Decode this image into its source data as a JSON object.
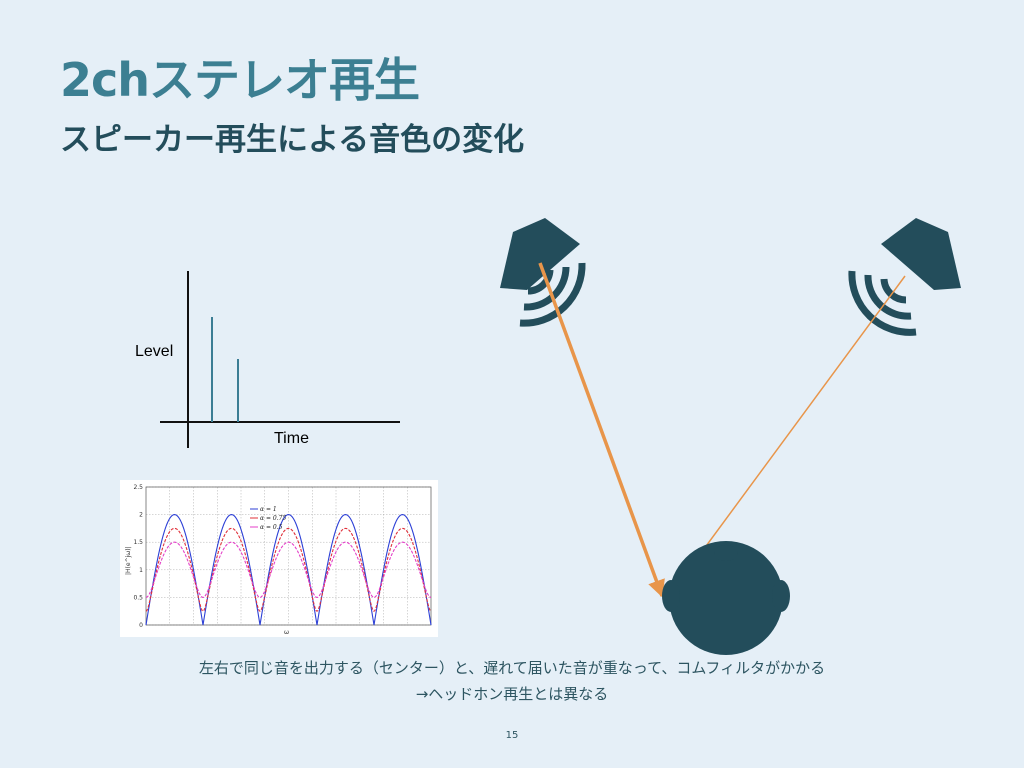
{
  "slide": {
    "title": "2chステレオ再生",
    "subtitle": "スピーカー再生による音色の変化",
    "caption_line1": "左右で同じ音を出力する（センター）と、遅れて届いた音が重なって、コムフィルタがかかる",
    "caption_line2": "→ヘッドホン再生とは異なる",
    "page_number": "15"
  },
  "colors": {
    "background": "#e5eff7",
    "title": "#3c7f92",
    "dark_teal": "#234d5b",
    "orange": "#e8954a",
    "impulse_line": "#3b7d94"
  },
  "icons": {
    "left_speaker": "speaker-icon",
    "right_speaker": "speaker-icon",
    "head": "listener-head-icon"
  },
  "chart_data": [
    {
      "type": "bar",
      "xlabel": "Time",
      "ylabel": "Level",
      "x": [
        1,
        2
      ],
      "values": [
        1.0,
        0.6
      ]
    },
    {
      "type": "line",
      "xlabel": "ω",
      "ylabel": "|H(e^jω)|",
      "yticks": [
        "0",
        "0.5",
        "1",
        "1.5",
        "2",
        "2.5"
      ],
      "ylim": [
        0,
        2.5
      ],
      "grid": true,
      "legend_position": "top-center",
      "series": [
        {
          "name": "α = 1",
          "color": "#2c3fd6",
          "alpha": 1.0
        },
        {
          "name": "α = 0.75",
          "color": "#e0303a",
          "alpha": 0.75
        },
        {
          "name": "α = 0.5",
          "color": "#e43fc8",
          "alpha": 0.5
        }
      ],
      "periods": 5
    }
  ]
}
